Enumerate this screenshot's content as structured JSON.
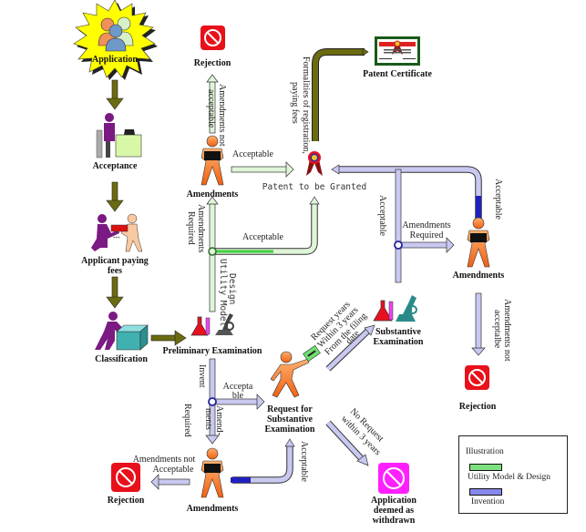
{
  "diagram": {
    "nodes": {
      "application": "Application",
      "acceptance": "Acceptance",
      "paying_fees_1": "Applicant paying",
      "paying_fees_2": "fees",
      "classification": "Classification",
      "preliminary": "Preliminary Examination",
      "amend_top": "Amendments",
      "reject_top": "Rejection",
      "granted": "Patent to be Granted",
      "certificate": "Patent Certificate",
      "amend_right": "Amendments",
      "reject_right": "Rejection",
      "substantive_1": "Substantive",
      "substantive_2": "Examination",
      "request_1": "Request for",
      "request_2": "Substantive",
      "request_3": "Examination",
      "amend_bottom": "Amendments",
      "reject_bottom": "Rejection",
      "withdrawn_1": "Application",
      "withdrawn_2": "deemed as",
      "withdrawn_3": "withdrawn"
    },
    "edges": {
      "not_acceptable_top_1": "Amendments not",
      "not_acceptable_top_2": "acceptable",
      "acceptable_top": "Acceptable",
      "formalities_1": "Formalities of registration,",
      "formalities_2": "paying fees",
      "amend_required_left_1": "Amendments",
      "amend_required_left_2": "Required",
      "acceptable_mid": "Acceptable",
      "design": "Design",
      "utility": "Utility Model",
      "acceptable_right_vert": "Acceptable",
      "amend_required_right_1": "Amendments",
      "amend_required_right_2": "Required",
      "acceptable_right_top": "Acceptable",
      "not_acceptable_right_1": "Amendments not",
      "not_acceptable_right_2": "acceptalbe",
      "request_years_1": "Request years",
      "request_years_2": "Within 3 years",
      "request_years_3": "From the filing",
      "request_years_4": "date",
      "invent": "Invent",
      "accepta_1": "Accepta",
      "accepta_2": "ble",
      "amend_1": "Amend-",
      "amend_2": "ments",
      "amend_3": "Required",
      "acceptable_bottom": "Acceptable",
      "not_acceptable_bottom_1": "Amendments not",
      "not_acceptable_bottom_2": "Acceptable",
      "no_request_1": "No Request",
      "no_request_2": "within 3 years"
    },
    "legend": {
      "title": "Illustration",
      "items": [
        {
          "label": "Utility Model & Design",
          "color": "#7ee07e"
        },
        {
          "label": "Invention",
          "color": "#8888ee"
        }
      ]
    },
    "colors": {
      "olive_arrow": "#6b6b10",
      "green_path": "#dff5d8",
      "blue_path": "#c8c8f0",
      "rejection_red": "#e8101a",
      "withdrawn_magenta": "#ff20ff",
      "person_orange": "#f47c20",
      "person_purple": "#7a1a82",
      "starburst": "#ffff00"
    }
  }
}
